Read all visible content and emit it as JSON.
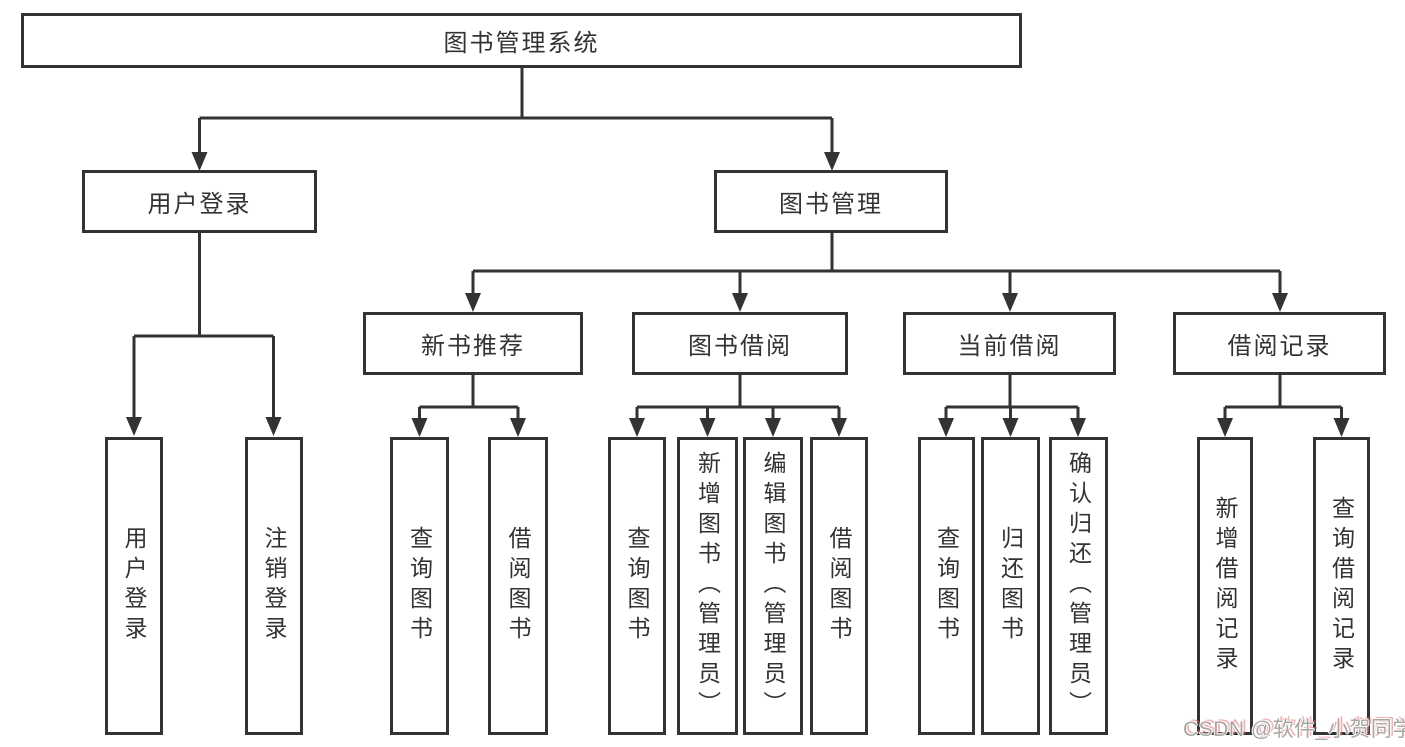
{
  "tree": {
    "root": {
      "label": "图书管理系统"
    },
    "branches": [
      {
        "label": "用户登录",
        "children": [
          {
            "label": "用户登录"
          },
          {
            "label": "注销登录"
          }
        ]
      },
      {
        "label": "图书管理",
        "children": [
          {
            "label": "新书推荐",
            "children": [
              {
                "label": "查询图书"
              },
              {
                "label": "借阅图书"
              }
            ]
          },
          {
            "label": "图书借阅",
            "children": [
              {
                "label": "查询图书"
              },
              {
                "label": "新增图书（管理员）"
              },
              {
                "label": "编辑图书（管理员）"
              },
              {
                "label": "借阅图书"
              }
            ]
          },
          {
            "label": "当前借阅",
            "children": [
              {
                "label": "查询图书"
              },
              {
                "label": "归还图书"
              },
              {
                "label": "确认归还（管理员）"
              }
            ]
          },
          {
            "label": "借阅记录",
            "children": [
              {
                "label": "新增借阅记录"
              },
              {
                "label": "查询借阅记录"
              }
            ]
          }
        ]
      }
    ]
  },
  "watermark": {
    "text": "CSDN @软件_小贺同学"
  },
  "colors": {
    "line": "#333333",
    "box_border": "#333333",
    "text": "#333333",
    "background": "#ffffff",
    "watermark_text": "#a6a6a6",
    "watermark_accent": "#f06e6e"
  }
}
